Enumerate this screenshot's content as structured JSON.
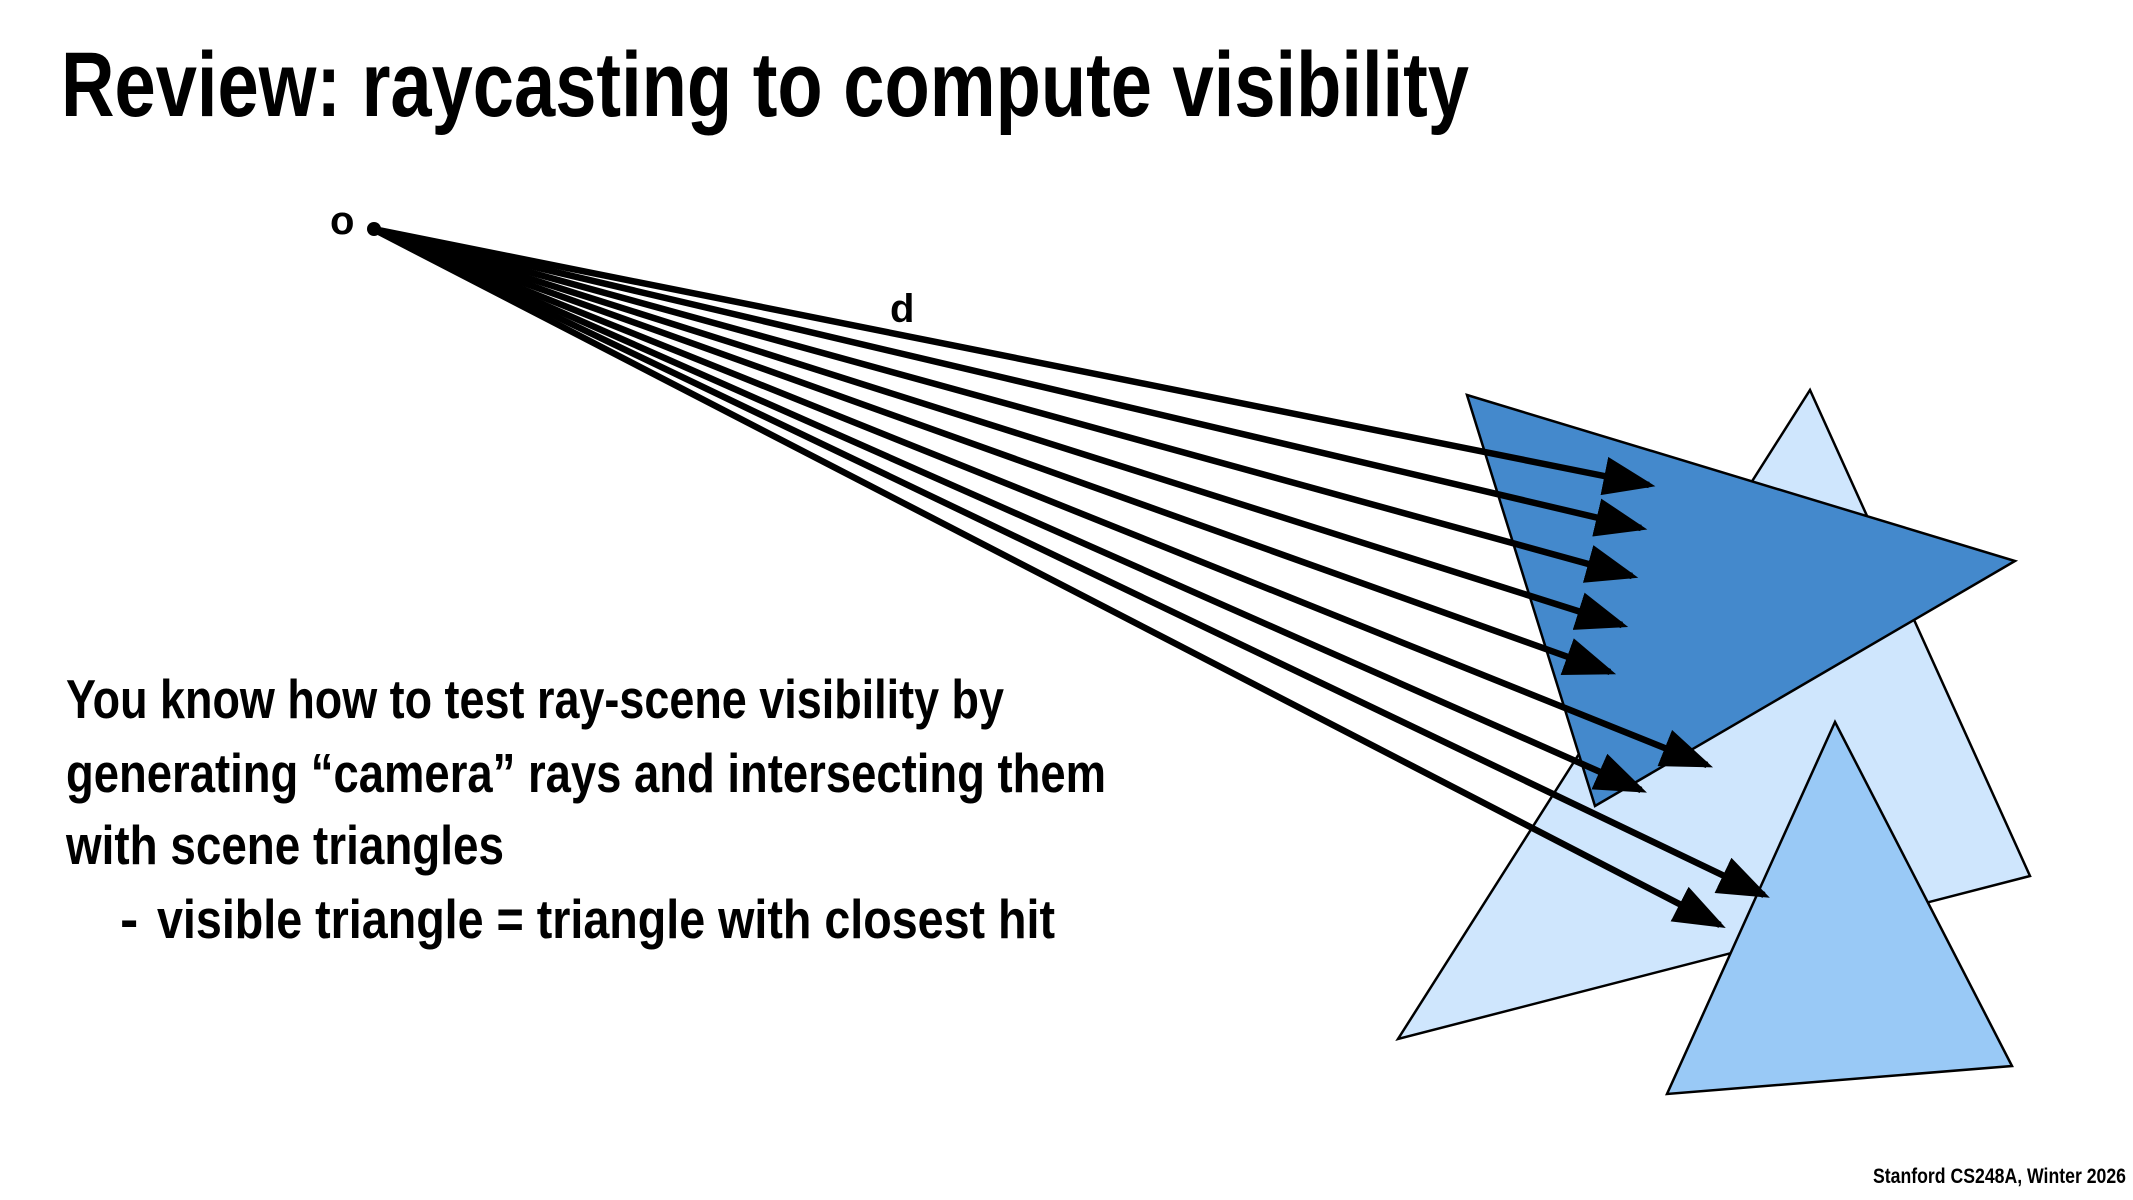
{
  "slide": {
    "title": "Review: raycasting to compute visibility",
    "labels": {
      "origin": "o",
      "direction": "d"
    },
    "body": {
      "lines": [
        "You know how to test ray-scene visibility by",
        "generating “camera” rays and intersecting them",
        "with scene triangles"
      ],
      "bullet_marker": "-",
      "bullet": "visible triangle = triangle with closest hit"
    },
    "footer": "Stanford CS248A, Winter 2026"
  },
  "colors": {
    "triangle_front": "#4489CC",
    "triangle_back": "#CFE6FD",
    "triangle_lower": "#99C9F6",
    "ray": "#000000"
  }
}
